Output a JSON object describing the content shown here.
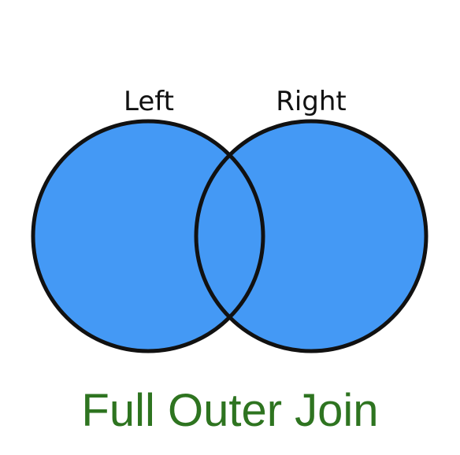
{
  "diagram": {
    "left_label": "Left",
    "right_label": "Right",
    "caption": "Full Outer Join"
  },
  "colors": {
    "circle_fill": "#4499F5",
    "circle_stroke": "#111111",
    "caption": "#2E7420"
  }
}
